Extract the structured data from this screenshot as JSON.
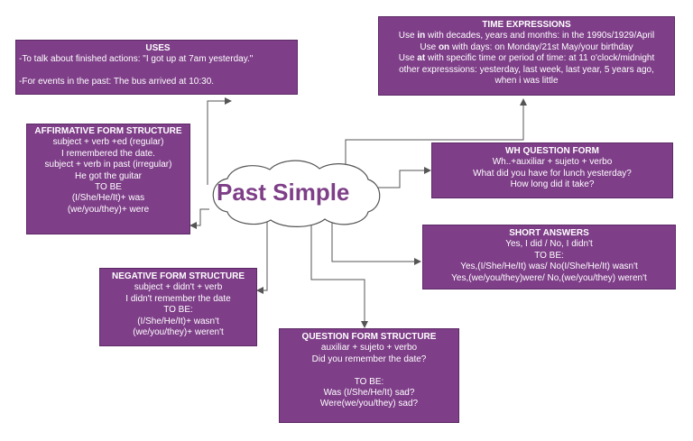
{
  "center": {
    "label": "Past Simple"
  },
  "uses": {
    "title": "USES",
    "lines": [
      "-To talk about finished actions: \"I got up at 7am yesterday.\"",
      "",
      "-For events in the past: The bus arrived at 10:30."
    ]
  },
  "time_expressions": {
    "title": "TIME EXPRESSIONS",
    "line1": {
      "pre": "Use ",
      "bold": "in",
      "post": " with decades, years and months: in the 1990s/1929/April"
    },
    "line2": {
      "pre": "Use ",
      "bold": "on",
      "post": " with days: on Monday/21st May/your birthday"
    },
    "line3": {
      "pre": "Use ",
      "bold": "at",
      "post": " with specific time or period of time: at 11 o'clock/midnight"
    },
    "line4": "other expresssions: yesterday, last week, last year, 5 years ago,",
    "line5": "when i was little"
  },
  "affirmative": {
    "title": "AFFIRMATIVE FORM STRUCTURE",
    "lines": [
      "subject + verb +ed (regular)",
      "I remembered the date.",
      "subject + verb in past (irregular)",
      "He got the guitar",
      "TO BE",
      "(I/She/He/It)+ was",
      "(we/you/they)+ were"
    ]
  },
  "wh_question": {
    "title": "WH QUESTION FORM",
    "lines": [
      "Wh..+auxiliar + sujeto + verbo",
      "What did you have for lunch yesterday?",
      "How long did it take?"
    ]
  },
  "short_answers": {
    "title": "SHORT ANSWERS",
    "lines": [
      "Yes, I did / No, I didn't",
      "TO BE:",
      "Yes,(I/She/He/It) was/ No(I/She/He/It) wasn't",
      "Yes,(we/you/they)were/ No,(we/you/they) weren't"
    ]
  },
  "negative": {
    "title": "NEGATIVE FORM STRUCTURE",
    "lines": [
      "subject + didn't + verb",
      "I didn't remember the date",
      "TO BE:",
      "(I/She/He/It)+ wasn't",
      "(we/you/they)+ weren't"
    ]
  },
  "question": {
    "title": "QUESTION FORM STRUCTURE",
    "lines": [
      "auxiliar + sujeto + verbo",
      "Did you remember the date?",
      "",
      "TO BE:",
      "Was (I/She/He/It) sad?",
      "Were(we/you/they) sad?"
    ]
  },
  "colors": {
    "box_fill": "#7e3e88",
    "box_border": "#5d2a66",
    "text": "#ffffff",
    "center_text": "#7e3e88",
    "connector": "#555555"
  }
}
